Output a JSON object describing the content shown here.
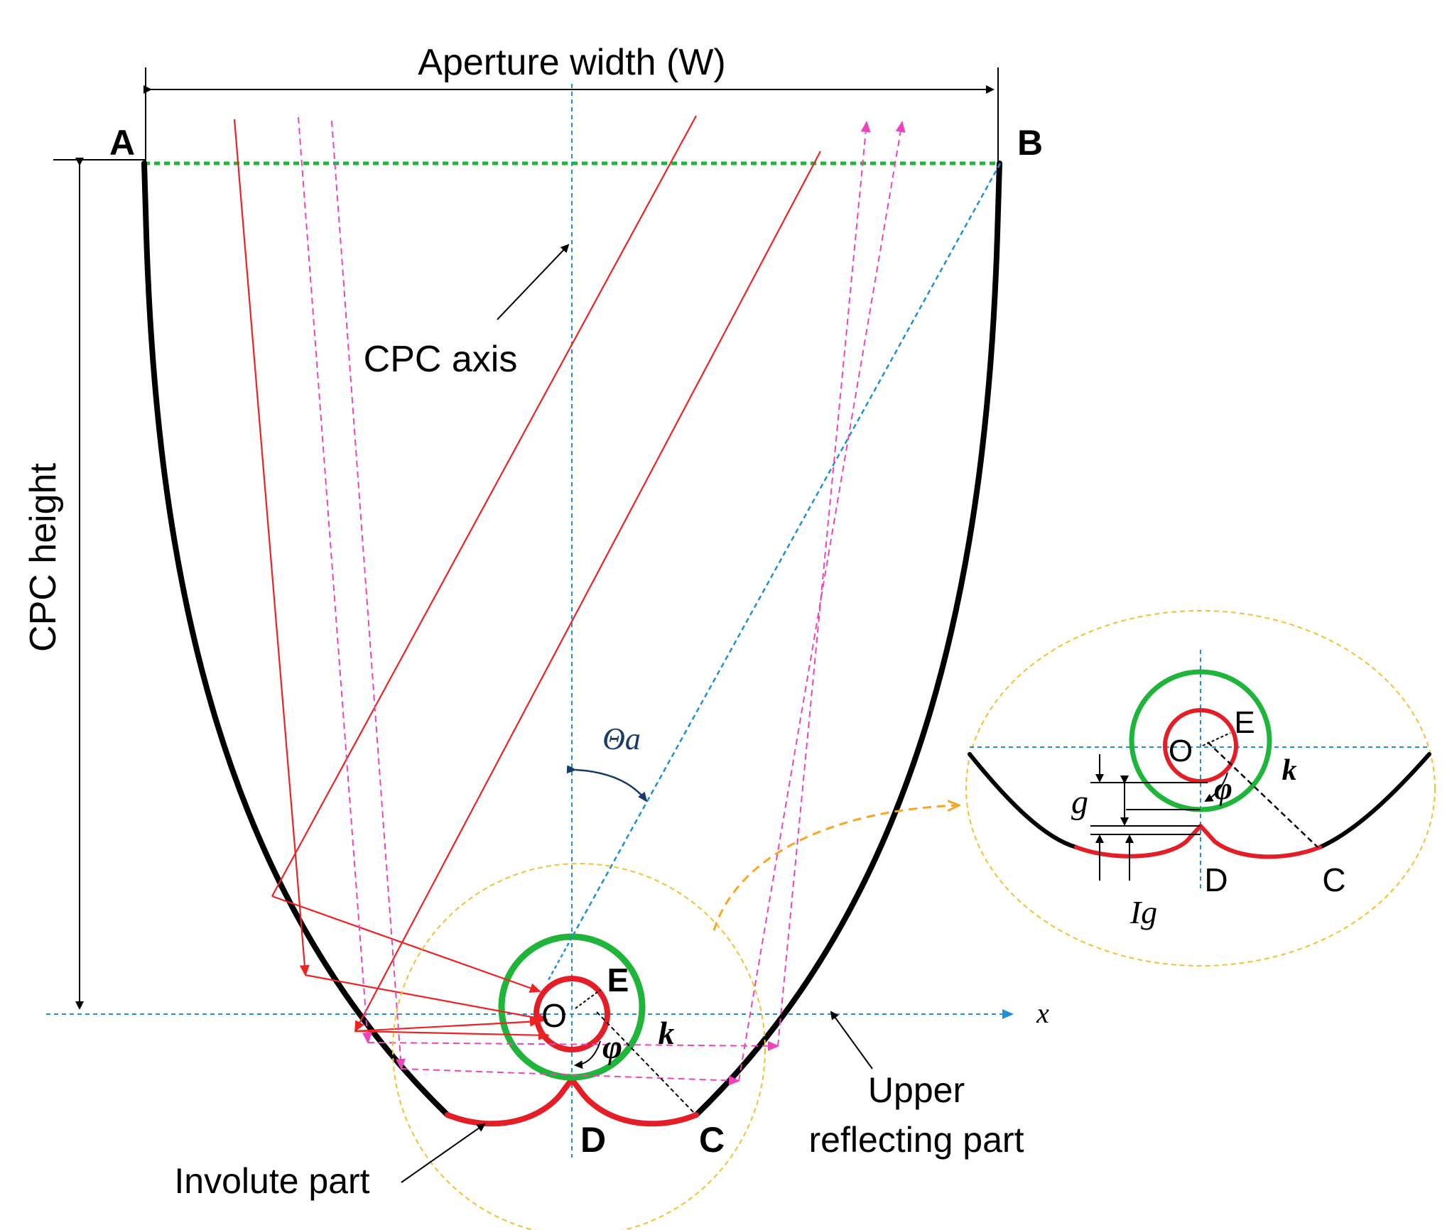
{
  "labels": {
    "aperture_width": "Aperture width (W)",
    "point_a": "A",
    "point_b": "B",
    "cpc_axis": "CPC axis",
    "cpc_height": "CPC height",
    "theta_a": "Θa",
    "x_axis": "x",
    "point_o": "O",
    "point_e": "E",
    "point_d": "D",
    "point_c": "C",
    "phi": "φ",
    "k": "k",
    "upper_reflecting_line1": "Upper",
    "upper_reflecting_line2": "reflecting part",
    "involute_part": "Involute part",
    "gap_g": "g",
    "gap_ig": "Ig"
  },
  "colors": {
    "reflector": "#000000",
    "involute": "#e41e26",
    "absorber_glass": "#1eb53a",
    "absorber_tube": "#e41e26",
    "axis": "#1f8fd6",
    "aperture": "#1eb53a",
    "ray_direct": "#ee2222",
    "ray_reflected": "#ee44bb",
    "zoom_circle": "#f2c12e",
    "zoom_arrow": "#f5a623",
    "angle_arc": "#1a3a6e"
  }
}
